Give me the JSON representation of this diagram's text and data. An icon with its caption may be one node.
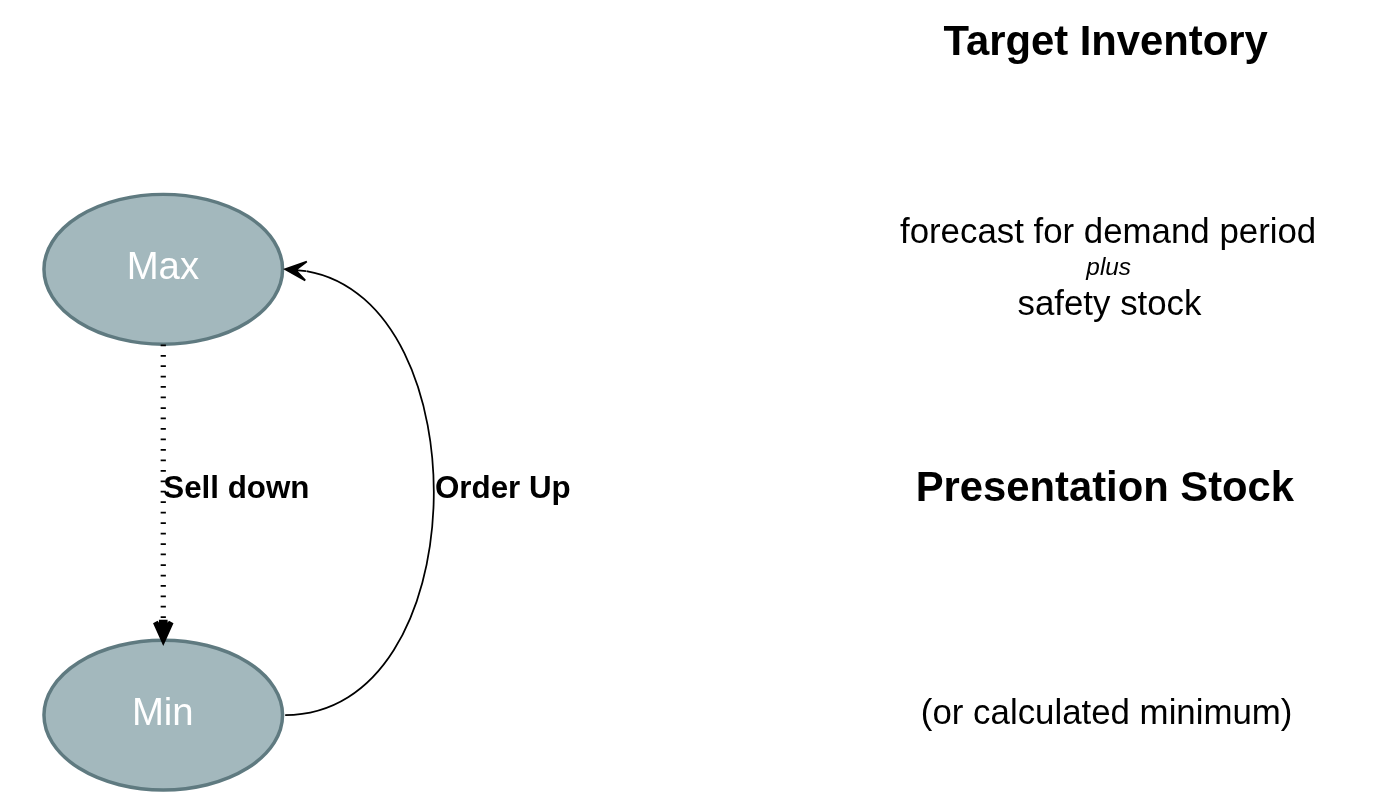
{
  "diagram": {
    "nodes": [
      {
        "text": [
          "Max"
        ]
      },
      {
        "text": [
          "Min"
        ]
      }
    ],
    "edges": [
      {
        "from": 0,
        "to": 1,
        "arrow": "to",
        "label": "Sell down",
        "style": "dashed"
      },
      {
        "from": 1,
        "to": 0,
        "arrow": "to",
        "label": "Order Up"
      }
    ],
    "labels": [
      "Target Inventory",
      "forecast for demand period",
      "plus",
      "safety stock",
      "Presentation Stock",
      "(or calculated minimum)"
    ]
  }
}
